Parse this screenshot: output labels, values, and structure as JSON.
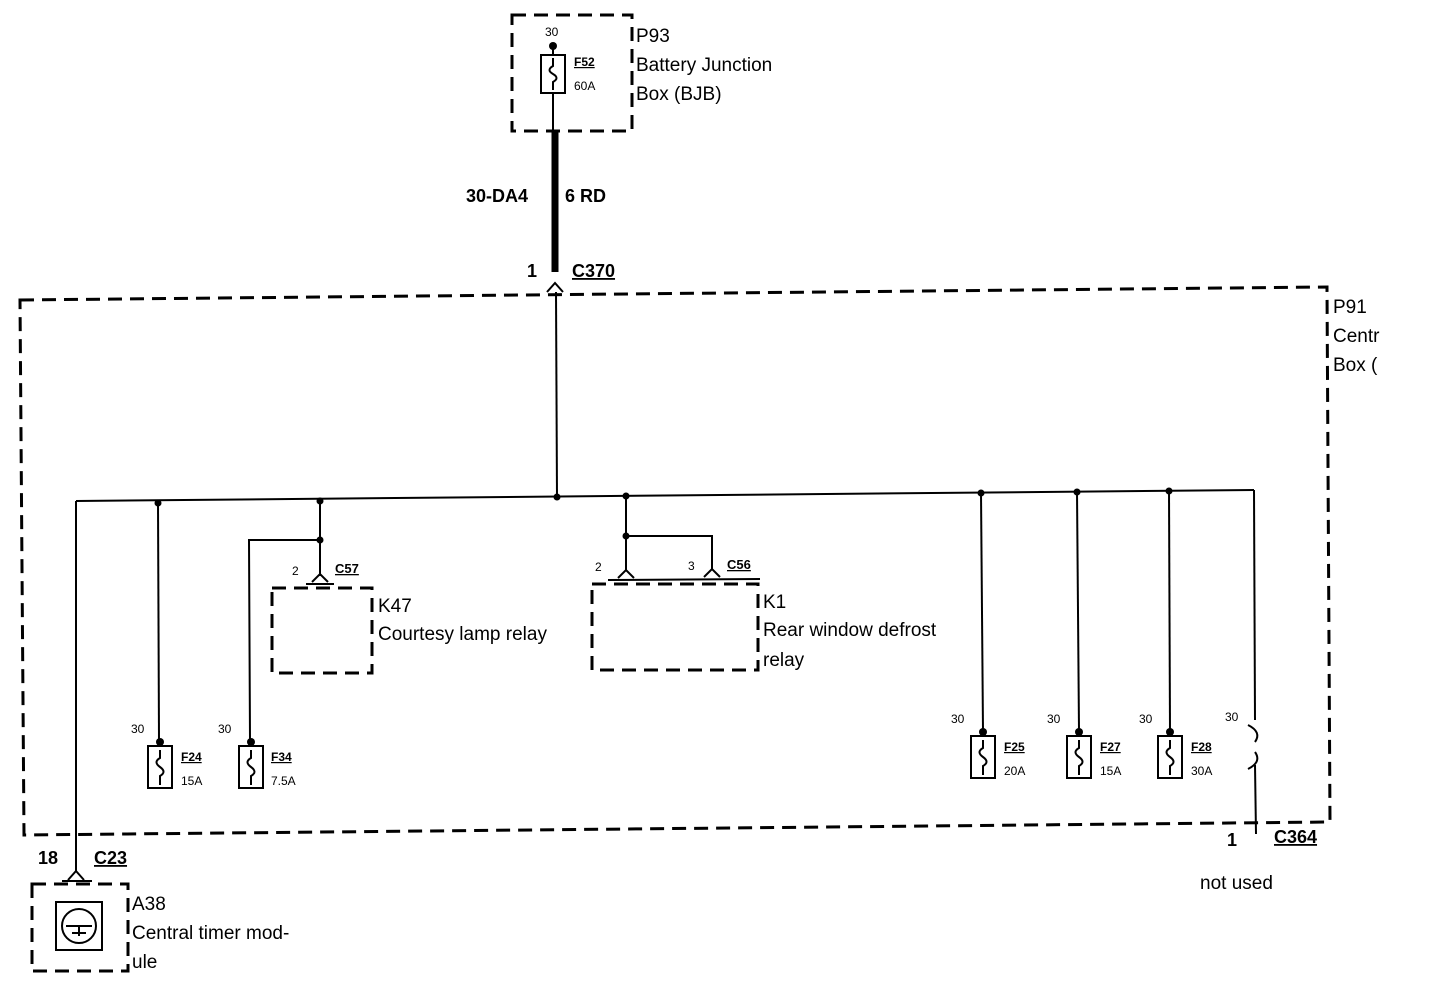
{
  "bjb": {
    "id": "P93",
    "name_line1": "Battery Junction",
    "name_line2": "Box (BJB)",
    "fuse": {
      "pin": "30",
      "name": "F52",
      "rating": "60A"
    }
  },
  "wire": {
    "circuit": "30-DA4",
    "gauge_color": "6 RD"
  },
  "c370": {
    "pin": "1",
    "name": "C370"
  },
  "cjb": {
    "id": "P91",
    "name_line1": "Centr",
    "name_line2": "Box ("
  },
  "k47": {
    "id": "K47",
    "name": "Courtesy lamp relay",
    "connector": "C57",
    "pin": "2"
  },
  "k1": {
    "id": "K1",
    "name_line1": "Rear window defrost",
    "name_line2": "relay",
    "connector": "C56",
    "pin_a": "2",
    "pin_b": "3"
  },
  "fuses": [
    {
      "pin": "30",
      "name": "F24",
      "rating": "15A"
    },
    {
      "pin": "30",
      "name": "F34",
      "rating": "7.5A"
    },
    {
      "pin": "30",
      "name": "F25",
      "rating": "20A"
    },
    {
      "pin": "30",
      "name": "F27",
      "rating": "15A"
    },
    {
      "pin": "30",
      "name": "F28",
      "rating": "30A"
    }
  ],
  "unused_pin": "30",
  "c364": {
    "pin": "1",
    "name": "C364",
    "note": "not used"
  },
  "c23": {
    "pin": "18",
    "name": "C23"
  },
  "a38": {
    "id": "A38",
    "name_line1": "Central timer mod-",
    "name_line2": "ule"
  }
}
